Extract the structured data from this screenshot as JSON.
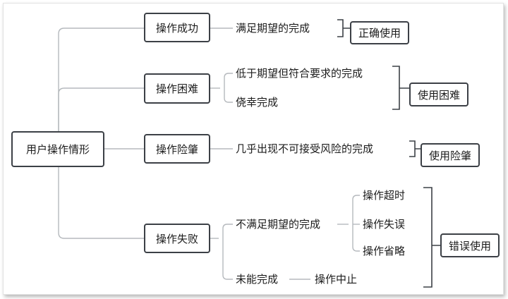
{
  "root": {
    "label": "用户操作情形"
  },
  "categories": [
    {
      "label": "操作成功"
    },
    {
      "label": "操作困难"
    },
    {
      "label": "操作险肇"
    },
    {
      "label": "操作失败"
    }
  ],
  "details": {
    "success": "满足期望的完成",
    "difficult_1": "低于期望但符合要求的完成",
    "difficult_2": "侥幸完成",
    "nearmiss": "几乎出现不可接受风险的完成",
    "fail_1": "不满足期望的完成",
    "fail_2": "未能完成",
    "fail_sub_1": "操作超时",
    "fail_sub_2": "操作失误",
    "fail_sub_3": "操作省略",
    "fail_sub_4": "操作中止"
  },
  "outcomes": [
    {
      "label": "正确使用"
    },
    {
      "label": "使用困难"
    },
    {
      "label": "使用险肇"
    },
    {
      "label": "错误使用"
    }
  ],
  "colors": {
    "connector": "#b5b9bd",
    "bracket": "#3c4046",
    "node_border": "#3c4046",
    "text": "#1c1c1c"
  }
}
